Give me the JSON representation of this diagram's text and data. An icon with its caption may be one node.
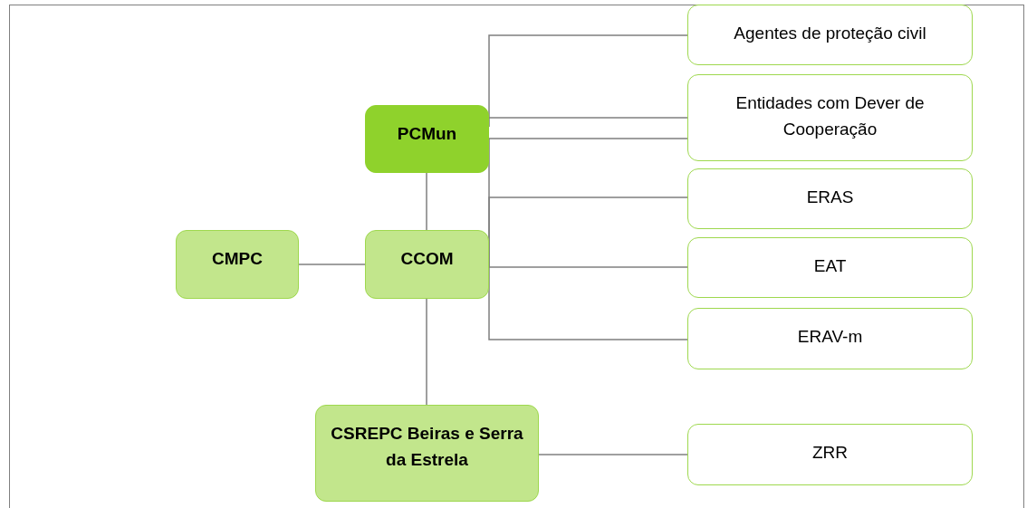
{
  "diagram": {
    "nodes": [
      {
        "text": [
          "Agentes de proteção civil"
        ]
      },
      {
        "text": [
          "Entidades com Dever de Cooperação"
        ]
      },
      {
        "text": [
          "PCMun"
        ]
      },
      {
        "text": [
          "ERAS"
        ]
      },
      {
        "text": [
          "CMPC"
        ]
      },
      {
        "text": [
          "CCOM"
        ]
      },
      {
        "text": [
          "EAT"
        ]
      },
      {
        "text": [
          "ERAV-m"
        ]
      },
      {
        "text": [
          "CSREPC Beiras e Serra da Estrela"
        ]
      },
      {
        "text": [
          "ZRR"
        ]
      }
    ],
    "edges": [
      {
        "from": 2,
        "to": 0,
        "arrow": "none"
      },
      {
        "from": 2,
        "to": 1,
        "arrow": "none"
      },
      {
        "from": 5,
        "to": 1,
        "arrow": "none"
      },
      {
        "from": 5,
        "to": 3,
        "arrow": "none"
      },
      {
        "from": 5,
        "to": 6,
        "arrow": "none"
      },
      {
        "from": 5,
        "to": 7,
        "arrow": "none"
      },
      {
        "from": 4,
        "to": 5,
        "arrow": "none"
      },
      {
        "from": 2,
        "to": 5,
        "arrow": "none"
      },
      {
        "from": 5,
        "to": 8,
        "arrow": "none"
      },
      {
        "from": 8,
        "to": 9,
        "arrow": "none"
      }
    ]
  }
}
